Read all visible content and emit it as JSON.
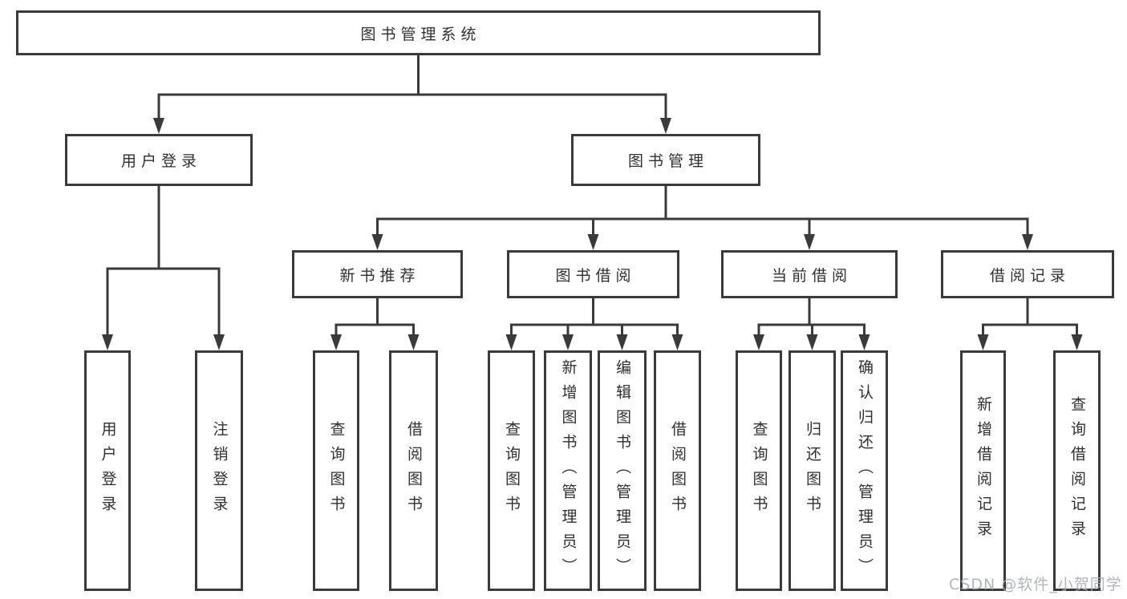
{
  "diagram": {
    "type": "hierarchy-tree",
    "colors": {
      "line": "#3a3a3a",
      "text": "#2f2f2f",
      "background": "#ffffff",
      "watermark": "#aaacb2"
    },
    "tree": {
      "root": {
        "label": "图书管理系统",
        "children": [
          {
            "label": "用户登录",
            "children": [
              {
                "label": "用户登录"
              },
              {
                "label": "注销登录"
              }
            ]
          },
          {
            "label": "图书管理",
            "children": [
              {
                "label": "新书推荐",
                "children": [
                  {
                    "label": "查询图书"
                  },
                  {
                    "label": "借阅图书"
                  }
                ]
              },
              {
                "label": "图书借阅",
                "children": [
                  {
                    "label": "查询图书"
                  },
                  {
                    "label": "新增图书（管理员）"
                  },
                  {
                    "label": "编辑图书（管理员）"
                  },
                  {
                    "label": "借阅图书"
                  }
                ]
              },
              {
                "label": "当前借阅",
                "children": [
                  {
                    "label": "查询图书"
                  },
                  {
                    "label": "归还图书"
                  },
                  {
                    "label": "确认归还（管理员）"
                  }
                ]
              },
              {
                "label": "借阅记录",
                "children": [
                  {
                    "label": "新增借阅记录"
                  },
                  {
                    "label": "查询借阅记录"
                  }
                ]
              }
            ]
          }
        ]
      }
    },
    "watermark": {
      "text": "CSDN @软件_小贺同学"
    }
  }
}
